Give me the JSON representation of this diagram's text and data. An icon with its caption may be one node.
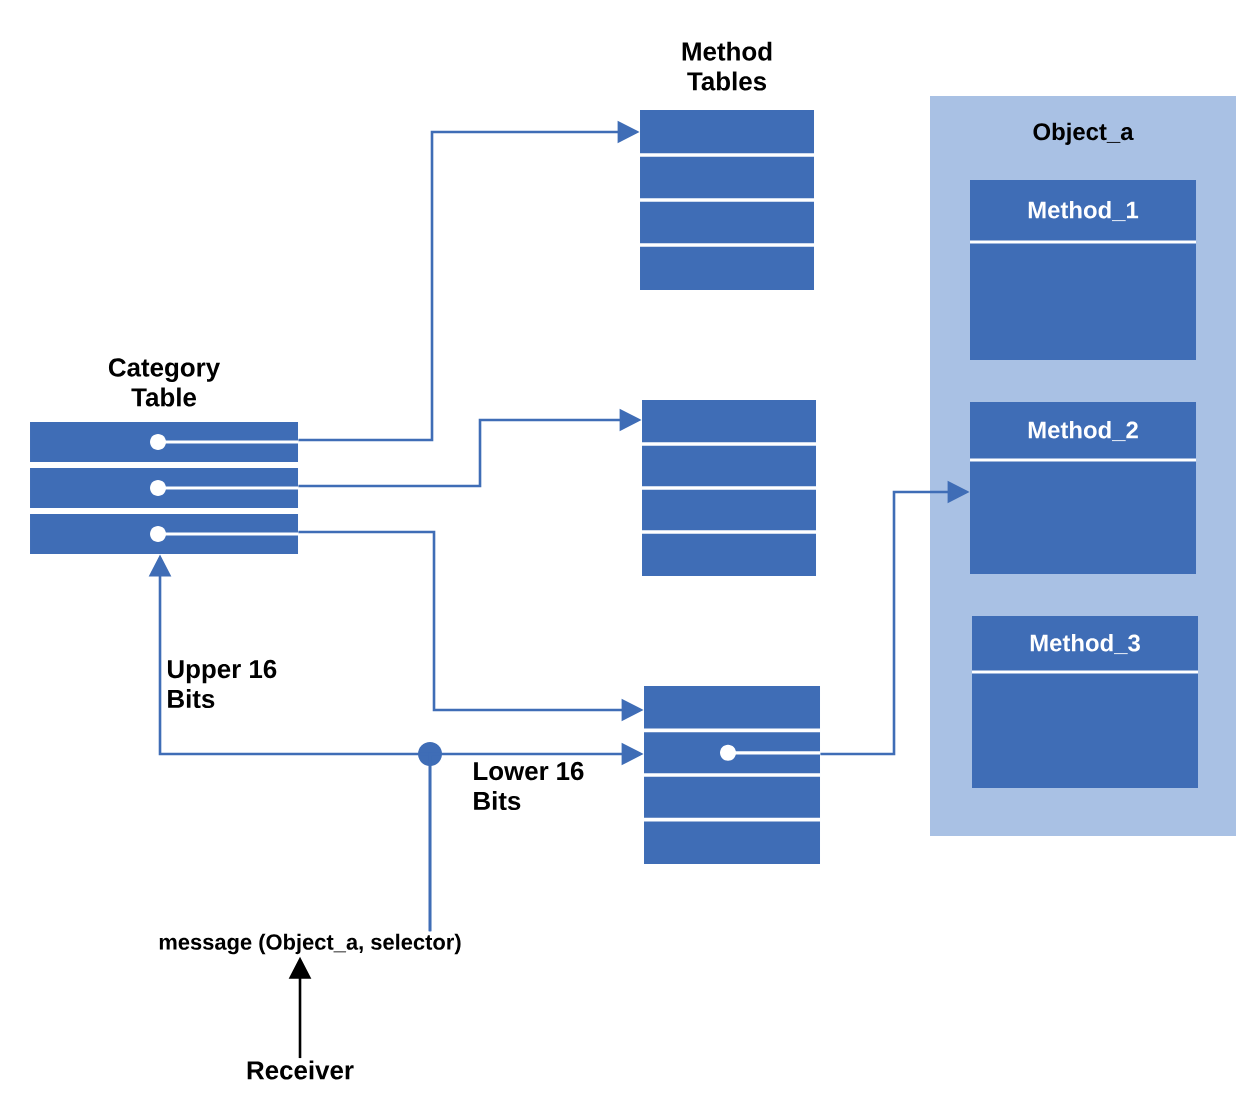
{
  "diagram": {
    "nodes": [
      {
        "text": [
          "Category Table"
        ]
      },
      {
        "text": [
          "Method Tables"
        ]
      },
      {
        "text": [],
        "shape": "box"
      },
      {
        "text": [],
        "shape": "box"
      },
      {
        "text": [
          "Object_a"
        ]
      },
      {
        "text": [
          "Method_1"
        ],
        "in": 4
      },
      {
        "text": [
          "Method_2"
        ],
        "in": 4
      },
      {
        "text": [
          "Method_3"
        ],
        "in": 4
      },
      {
        "text": [
          "message (Object_a, selector)"
        ]
      },
      {
        "text": [
          "Receiver"
        ]
      }
    ],
    "edges": [
      {
        "from": 0,
        "to": 1,
        "arrow": "to"
      },
      {
        "from": 0,
        "to": 2,
        "arrow": "to"
      },
      {
        "from": 0,
        "to": 3,
        "arrow": "to"
      },
      {
        "from": 3,
        "to": 6,
        "arrow": "to"
      },
      {
        "from": 8,
        "to": 0,
        "arrow": "to",
        "label": "Upper 16 Bits"
      },
      {
        "from": 8,
        "to": 3,
        "arrow": "to",
        "label": "Lower 16 Bits"
      },
      {
        "from": 9,
        "to": 8,
        "arrow": "to",
        "color": "#000000"
      }
    ]
  }
}
